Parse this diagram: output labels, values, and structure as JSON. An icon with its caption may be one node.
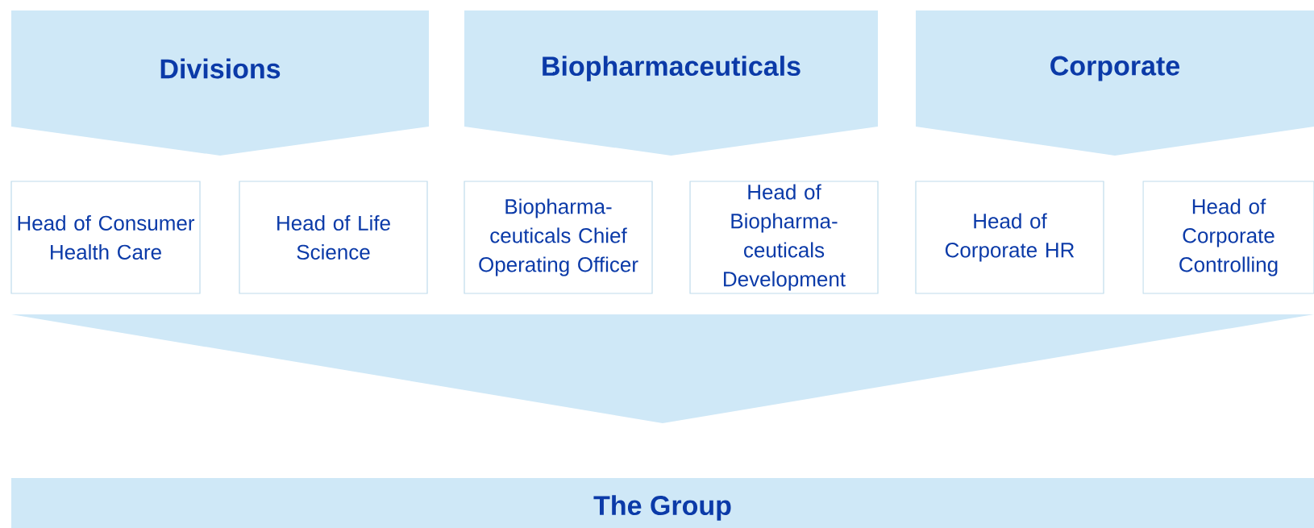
{
  "diagram": {
    "nodes": [
      {
        "text": [
          "Divisions"
        ]
      },
      {
        "text": [
          "Biopharmaceuticals"
        ]
      },
      {
        "text": [
          "Corporate"
        ]
      },
      {
        "text": [
          "Head of Consumer Health Care"
        ]
      },
      {
        "text": [
          "Head of Life Science"
        ]
      },
      {
        "text": [
          "Biopharma- ceuticals Chief Operating Officer"
        ]
      },
      {
        "text": [
          "Head of Biopharma- ceuticals Development"
        ]
      },
      {
        "text": [
          "Head of Corporate HR"
        ]
      },
      {
        "text": [
          "Head of Corporate Controlling"
        ]
      },
      {
        "text": [],
        "shape": "chevron"
      },
      {
        "text": [
          "The Group"
        ]
      }
    ]
  }
}
